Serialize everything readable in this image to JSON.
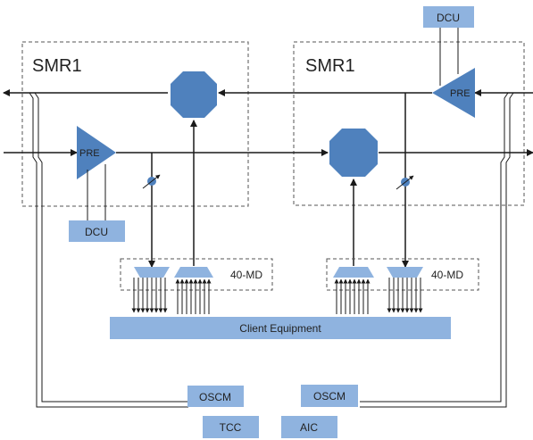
{
  "diagram": {
    "smr_left_label": "SMR1",
    "smr_right_label": "SMR1",
    "pre_left_label": "PRE",
    "pre_right_label": "PRE",
    "dcu_left_label": "DCU",
    "dcu_right_label": "DCU",
    "md_left_label": "40-MD",
    "md_right_label": "40-MD",
    "client_label": "Client Equipment",
    "oscm_left_label": "OSCM",
    "oscm_right_label": "OSCM",
    "tcc_label": "TCC",
    "aic_label": "AIC"
  },
  "colors": {
    "component_blue": "#4f81bd",
    "label_box_blue": "#8fb3df",
    "line": "#1a1a1a",
    "dashed": "#555555"
  }
}
